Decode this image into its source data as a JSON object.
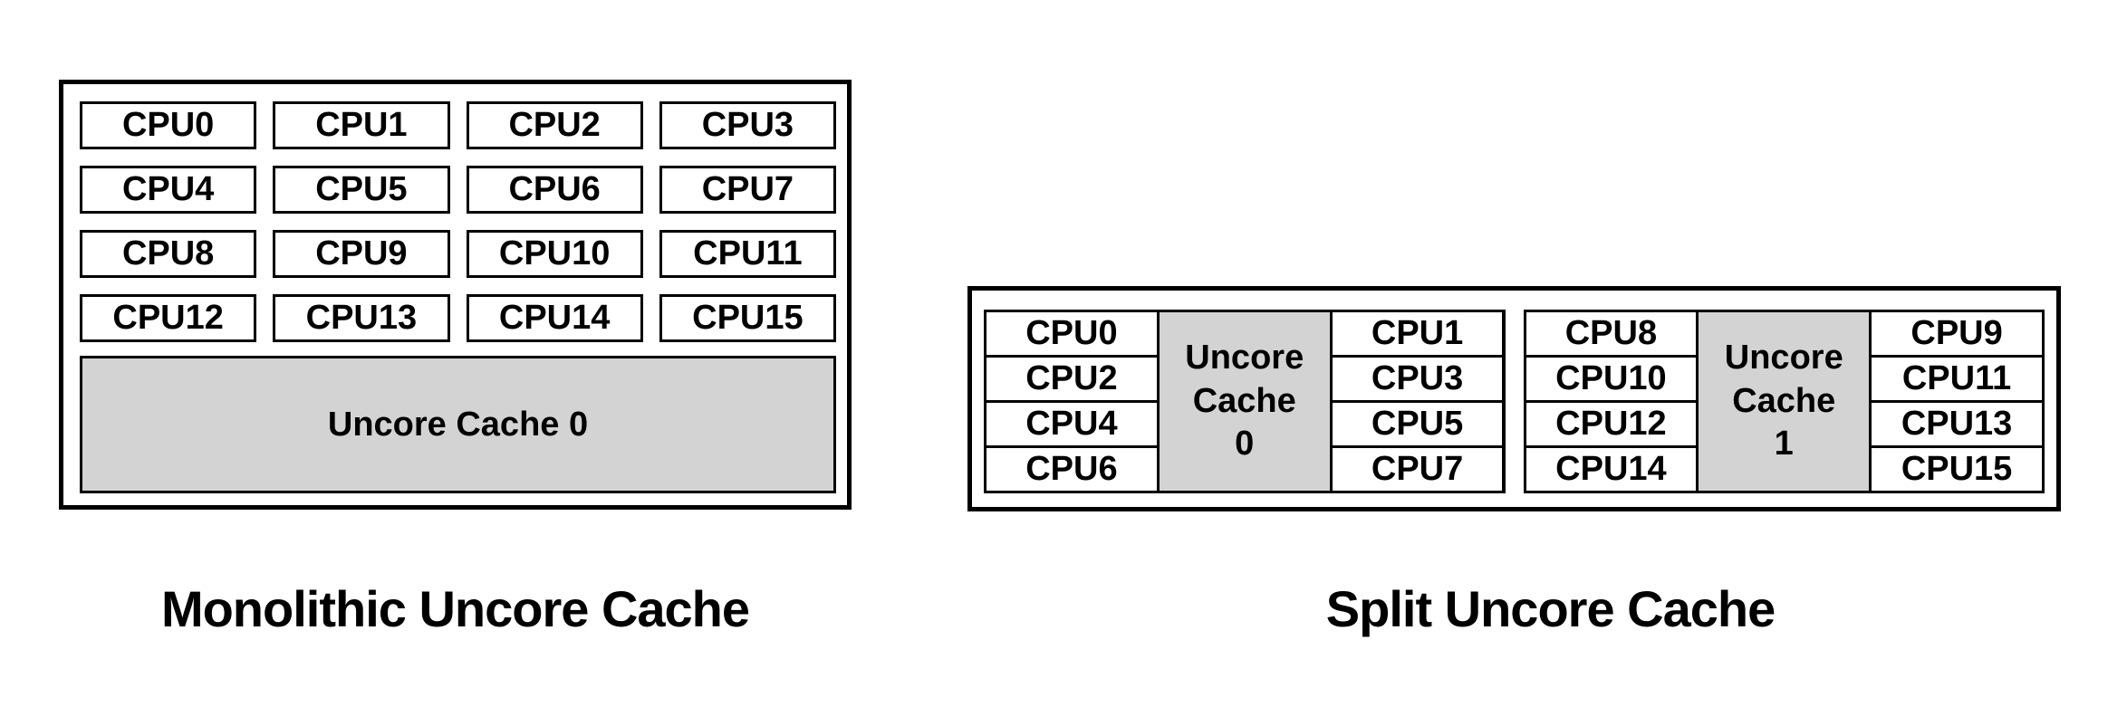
{
  "colors": {
    "cache_fill": "#d3d3d3",
    "line": "#000000",
    "background": "#ffffff"
  },
  "monolithic": {
    "caption": "Monolithic Uncore Cache",
    "cpus": [
      "CPU0",
      "CPU1",
      "CPU2",
      "CPU3",
      "CPU4",
      "CPU5",
      "CPU6",
      "CPU7",
      "CPU8",
      "CPU9",
      "CPU10",
      "CPU11",
      "CPU12",
      "CPU13",
      "CPU14",
      "CPU15"
    ],
    "cache_label": "Uncore Cache 0"
  },
  "split": {
    "caption": "Split Uncore Cache",
    "clusters": [
      {
        "left_cpus": [
          "CPU0",
          "CPU2",
          "CPU4",
          "CPU6"
        ],
        "right_cpus": [
          "CPU1",
          "CPU3",
          "CPU5",
          "CPU7"
        ],
        "cache_label": "Uncore Cache 0",
        "cache_lines": [
          "Uncore",
          "Cache",
          "0"
        ]
      },
      {
        "left_cpus": [
          "CPU8",
          "CPU10",
          "CPU12",
          "CPU14"
        ],
        "right_cpus": [
          "CPU9",
          "CPU11",
          "CPU13",
          "CPU15"
        ],
        "cache_label": "Uncore Cache 1",
        "cache_lines": [
          "Uncore",
          "Cache",
          "1"
        ]
      }
    ]
  }
}
